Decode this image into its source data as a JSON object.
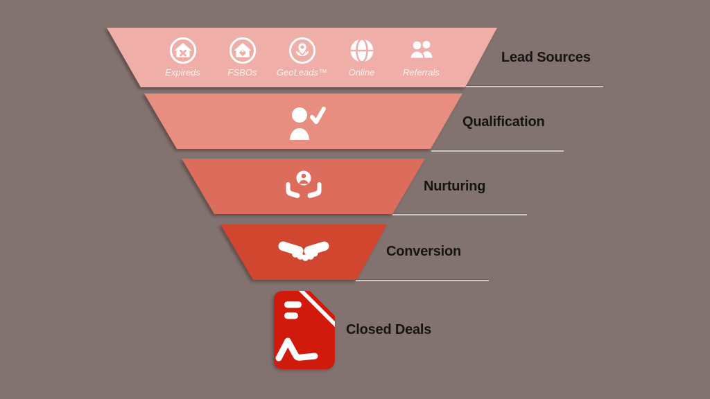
{
  "canvas": {
    "background": "#837370"
  },
  "funnel": {
    "stages": [
      {
        "label": "Lead Sources",
        "color": "#efaea7",
        "icon": "lead-sources-icon-group"
      },
      {
        "label": "Qualification",
        "color": "#e78e80",
        "icon": "person-check-icon"
      },
      {
        "label": "Nurturing",
        "color": "#dc6d5c",
        "icon": "caring-hands-icon"
      },
      {
        "label": "Conversion",
        "color": "#d0462f",
        "icon": "handshake-icon"
      },
      {
        "label": "Closed Deals",
        "color": "#d01b0c",
        "icon": "signed-document-icon"
      }
    ],
    "lead_sources": [
      {
        "label": "Expireds",
        "icon": "expired-house-icon"
      },
      {
        "label": "FSBOs",
        "icon": "house-tag-icon"
      },
      {
        "label": "GeoLeads™",
        "icon": "geo-pin-radar-icon"
      },
      {
        "label": "Online",
        "icon": "globe-icon"
      },
      {
        "label": "Referrals",
        "icon": "people-icon"
      }
    ]
  }
}
